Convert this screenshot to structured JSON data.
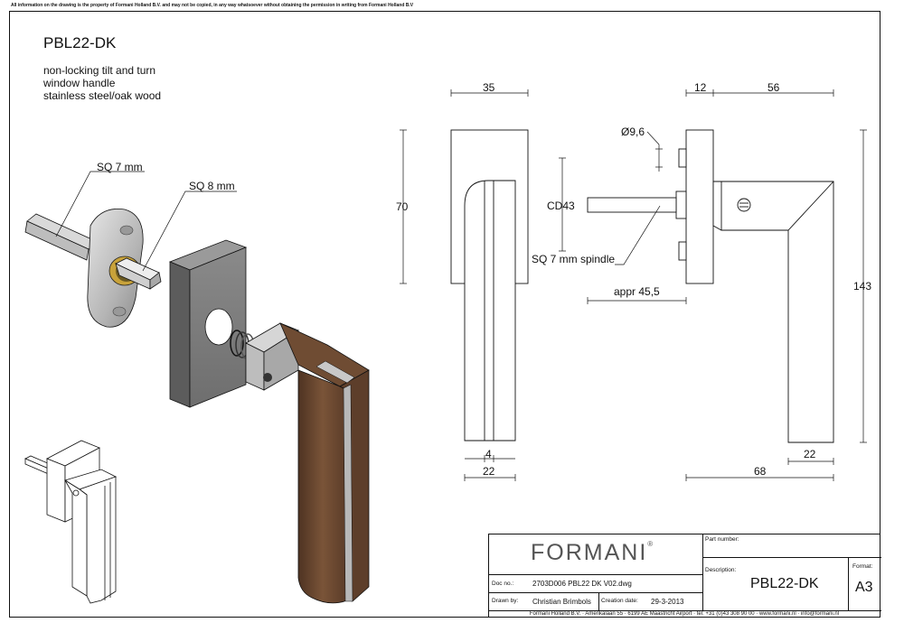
{
  "notice": "All information on the drawing is the property of Formani Holland B.V. and may not be copied, in any way whatsoever without obtaining the permission in writing from Formani Holland B.V",
  "title": "PBL22-DK",
  "description": [
    "non-locking tilt and turn",
    "window handle",
    "stainless steel/oak wood"
  ],
  "callouts": {
    "sq7": "SQ 7 mm",
    "sq8": "SQ 8 mm",
    "spindle": "SQ 7 mm spindle"
  },
  "dimensions": {
    "front_width": "35",
    "front_height": "70",
    "bottom_4": "4",
    "bottom_22": "22",
    "side_12": "12",
    "side_56": "56",
    "diameter": "Ø9,6",
    "cd": "CD43",
    "appr": "appr 45,5",
    "height_143": "143",
    "lever_22": "22",
    "lever_68": "68"
  },
  "title_block": {
    "logo": "FORMANI",
    "logo_mark": "®",
    "part_number_label": "Part number:",
    "description_label": "Description:",
    "description_value": "PBL22-DK",
    "format_label": "Format:",
    "format_value": "A3",
    "doc_label": "Doc no.:",
    "doc_value": "2703D006 PBL22 DK V02.dwg",
    "drawn_label": "Drawn by:",
    "drawn_value": "Christian Brimbols",
    "created_label": "Creation date:",
    "created_value": "29-3-2013",
    "footer": "Formani Holland B.V. · Amerikalaan 55 · 6199 AE Maastricht Airport · tel: +31 (0)43 308 90 00 · www.formani.nl · info@formani.nl"
  },
  "colors": {
    "line": "#111111",
    "wood": "#6b4a34",
    "steel": "#b8b8b8",
    "dark_steel": "#7a7a7a"
  }
}
